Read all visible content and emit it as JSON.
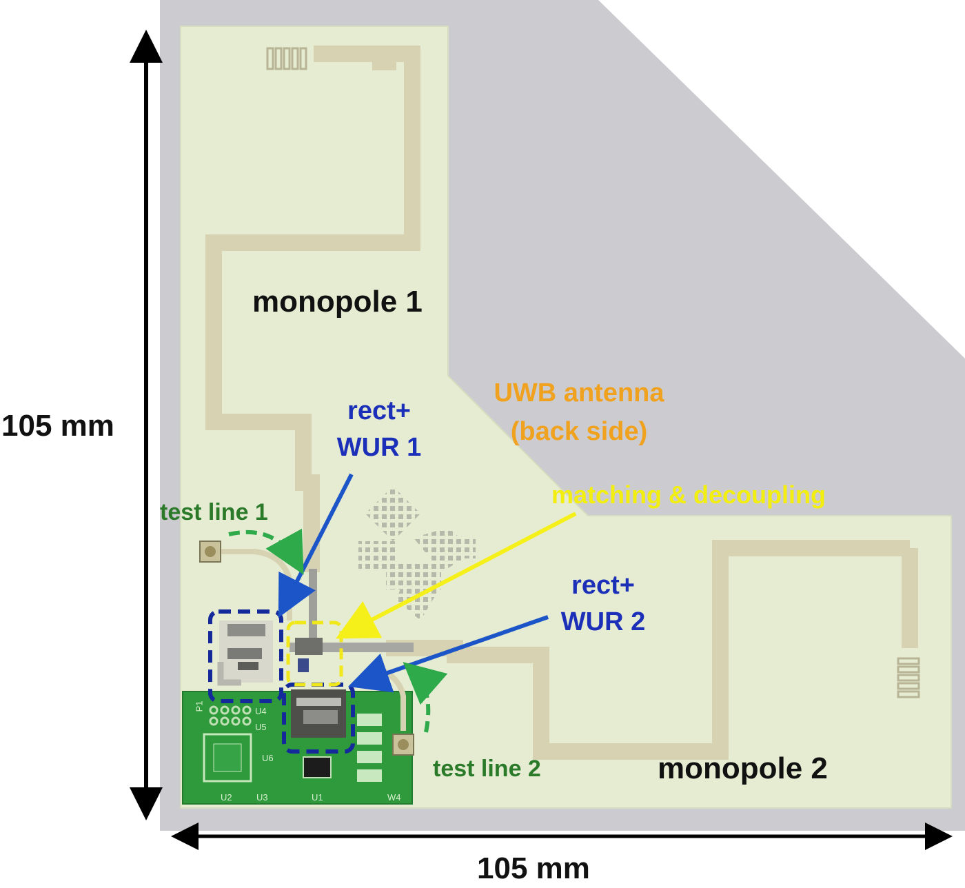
{
  "dimensions": {
    "height_label": "105 mm",
    "width_label": "105 mm"
  },
  "annotations": {
    "monopole_1": "monopole 1",
    "monopole_2": "monopole 2",
    "uwb_line1": "UWB antenna",
    "uwb_line2": "(back side)",
    "rect_wur_1_line1": "rect+",
    "rect_wur_1_line2": "WUR 1",
    "rect_wur_2_line1": "rect+",
    "rect_wur_2_line2": "WUR 2",
    "matching": "matching & decoupling",
    "test_line_1": "test line 1",
    "test_line_2": "test line 2"
  },
  "silkscreen": {
    "p1": "P1",
    "u4": "U4",
    "u5": "U5",
    "u6": "U6",
    "u2": "U2",
    "u3": "U3",
    "u1": "U1",
    "w4": "W4"
  },
  "colors": {
    "background": "#ccccd0",
    "substrate": "#e6ecd2",
    "copper_trace": "#d8d4b4",
    "pcb_green": "#2e9a3c",
    "label_black": "#111111",
    "label_blue": "#1b2fb8",
    "label_orange": "#f0a21e",
    "label_yellow": "#f2ee10",
    "label_green": "#2a7a2a",
    "arrow_blue": "#1b55c8",
    "arrow_yellow": "#f6f01a",
    "box_blue": "#142a9a",
    "box_yellow": "#f0e81a"
  }
}
